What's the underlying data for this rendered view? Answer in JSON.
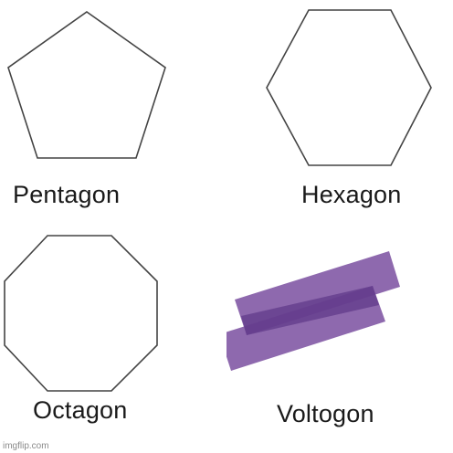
{
  "panels": [
    {
      "shape": "pentagon",
      "caption": "Pentagon"
    },
    {
      "shape": "hexagon",
      "caption": "Hexagon"
    },
    {
      "shape": "octagon",
      "caption": "Octagon"
    },
    {
      "shape": "voltogon",
      "caption": "Voltogon"
    }
  ],
  "watermark": "imgflip.com",
  "colors": {
    "outline": "#444444",
    "voltogon_fill": "#7a4fa0",
    "voltogon_overlap": "#5e3888"
  }
}
